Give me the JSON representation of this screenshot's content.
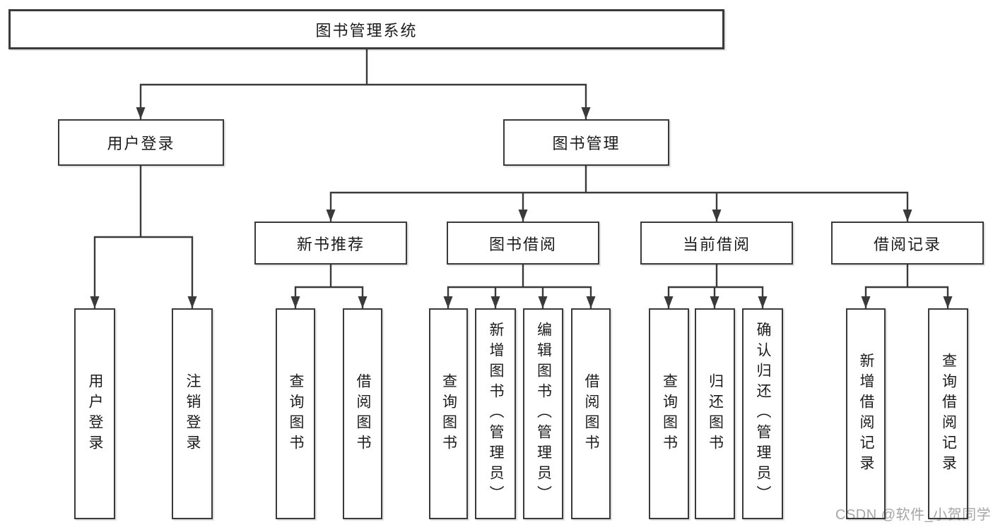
{
  "colors": {
    "line": "#3a3a3a",
    "text": "#1c1c1c",
    "box_fill": "#ffffff",
    "background": "#ffffff",
    "watermark": "#a6a6a6"
  },
  "watermark": {
    "text": "CSDN @软件_小贺同学"
  },
  "nodes": {
    "root": "图书管理系统",
    "login": "用户登录",
    "mgmt": "图书管理",
    "recommend": "新书推荐",
    "borrowing": "图书借阅",
    "current": "当前借阅",
    "records": "借阅记录",
    "login_leaf": "用户登录",
    "logout_leaf": "注销登录",
    "rec_query": "查询图书",
    "rec_borrow": "借阅图书",
    "bor_query": "查询图书",
    "bor_add": "新增图书（管理员）",
    "bor_edit": "编辑图书（管理员）",
    "bor_borrow": "借阅图书",
    "cur_query": "查询图书",
    "cur_return": "归还图书",
    "cur_confirm": "确认归还（管理员）",
    "log_add": "新增借阅记录",
    "log_query": "查询借阅记录"
  },
  "tree": {
    "label": "图书管理系统",
    "children": [
      {
        "label": "用户登录",
        "children": [
          {
            "label": "用户登录"
          },
          {
            "label": "注销登录"
          }
        ]
      },
      {
        "label": "图书管理",
        "children": [
          {
            "label": "新书推荐",
            "children": [
              {
                "label": "查询图书"
              },
              {
                "label": "借阅图书"
              }
            ]
          },
          {
            "label": "图书借阅",
            "children": [
              {
                "label": "查询图书"
              },
              {
                "label": "新增图书（管理员）"
              },
              {
                "label": "编辑图书（管理员）"
              },
              {
                "label": "借阅图书"
              }
            ]
          },
          {
            "label": "当前借阅",
            "children": [
              {
                "label": "查询图书"
              },
              {
                "label": "归还图书"
              },
              {
                "label": "确认归还（管理员）"
              }
            ]
          },
          {
            "label": "借阅记录",
            "children": [
              {
                "label": "新增借阅记录"
              },
              {
                "label": "查询借阅记录"
              }
            ]
          }
        ]
      }
    ]
  }
}
